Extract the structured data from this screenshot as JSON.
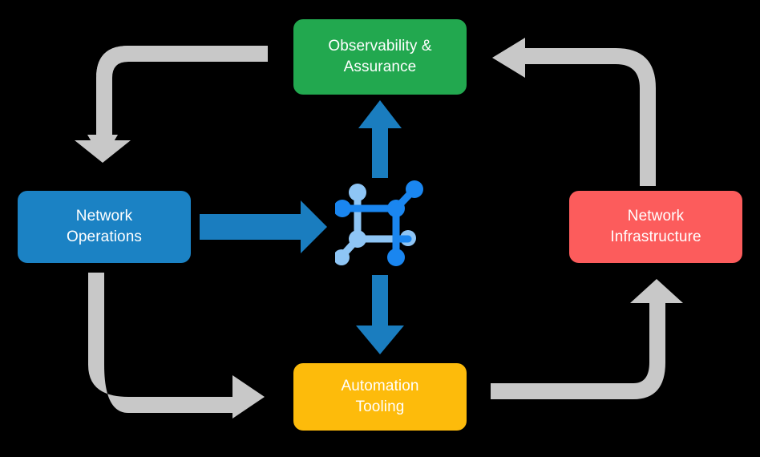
{
  "diagram": {
    "type": "cycle-diagram",
    "background_color": "#000000",
    "center": {
      "icon_name": "network-topology-icon",
      "node_color_primary": "#1A86F0",
      "node_color_secondary": "#8EC5F5"
    },
    "nodes": [
      {
        "id": "observability",
        "label": "Observability &\nAssurance",
        "color": "#22A84F",
        "position": "top"
      },
      {
        "id": "operations",
        "label": "Network\nOperations",
        "color": "#1B82C4",
        "position": "left"
      },
      {
        "id": "infrastructure",
        "label": "Network\nInfrastructure",
        "color": "#FC5C5C",
        "position": "right"
      },
      {
        "id": "automation",
        "label": "Automation\nTooling",
        "color": "#FDBB0B",
        "position": "bottom"
      }
    ],
    "connectors": {
      "blue_color": "#1A7DBF",
      "gray_color": "#C8C8C8",
      "blue_arrows": [
        {
          "id": "center-to-observability",
          "direction": "up"
        },
        {
          "id": "operations-to-center",
          "direction": "right"
        },
        {
          "id": "center-to-automation",
          "direction": "down"
        }
      ],
      "gray_arrows": [
        {
          "id": "observability-to-operations",
          "direction": "down"
        },
        {
          "id": "operations-to-automation",
          "direction": "right"
        },
        {
          "id": "automation-to-infrastructure",
          "direction": "up"
        },
        {
          "id": "infrastructure-to-observability",
          "direction": "left"
        }
      ]
    }
  }
}
